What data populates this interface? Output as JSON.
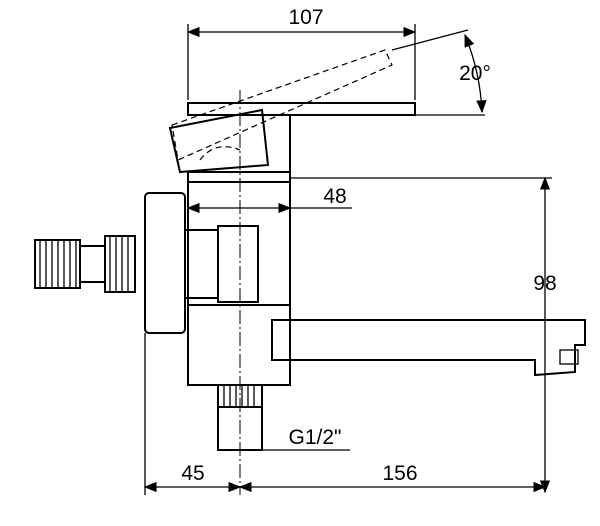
{
  "dimensions": {
    "top_width": "107",
    "handle_angle": "20°",
    "body_width": "48",
    "height": "98",
    "wall_offset": "45",
    "spout_reach": "156",
    "thread": "G1/2\""
  }
}
